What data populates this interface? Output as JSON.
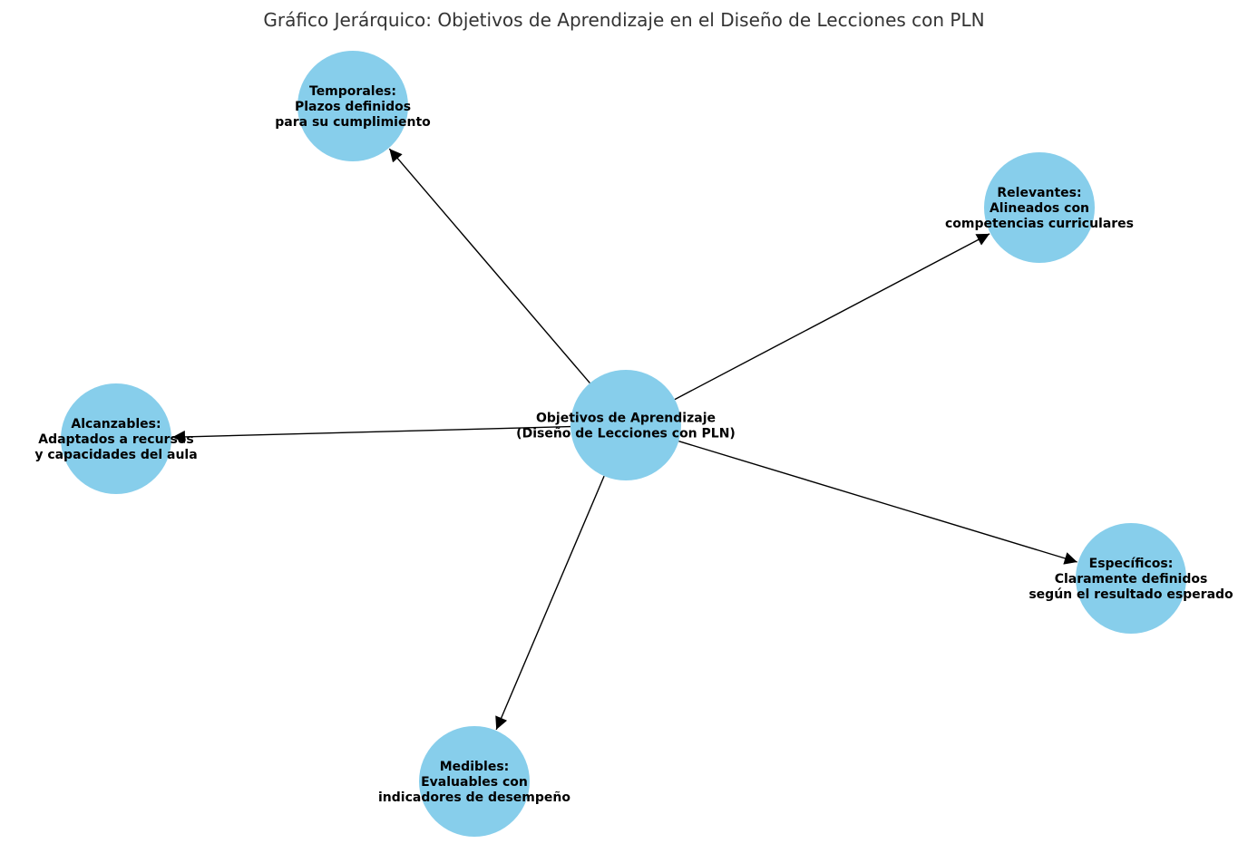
{
  "title": "Gráfico Jerárquico: Objetivos de Aprendizaje en el Diseño de Lecciones con PLN",
  "colors": {
    "node_fill": "#87CEEB",
    "edge": "#000000",
    "label": "#000000",
    "title": "#333333"
  },
  "nodes": {
    "center": {
      "lines": [
        "Objetivos de Aprendizaje",
        "(Diseño de Lecciones con PLN)"
      ]
    },
    "temporales": {
      "lines": [
        "Temporales:",
        "Plazos definidos",
        "para su cumplimiento"
      ]
    },
    "relevantes": {
      "lines": [
        "Relevantes:",
        "Alineados con",
        "competencias curriculares"
      ]
    },
    "alcanzables": {
      "lines": [
        "Alcanzables:",
        "Adaptados a recursos",
        "y capacidades del aula"
      ]
    },
    "especificos": {
      "lines": [
        "Específicos:",
        "Claramente definidos",
        "según el resultado esperado"
      ]
    },
    "medibles": {
      "lines": [
        "Medibles:",
        "Evaluables con",
        "indicadores de desempeño"
      ]
    }
  },
  "edges": [
    {
      "from": "center",
      "to": "temporales"
    },
    {
      "from": "center",
      "to": "relevantes"
    },
    {
      "from": "center",
      "to": "alcanzables"
    },
    {
      "from": "center",
      "to": "especificos"
    },
    {
      "from": "center",
      "to": "medibles"
    }
  ]
}
